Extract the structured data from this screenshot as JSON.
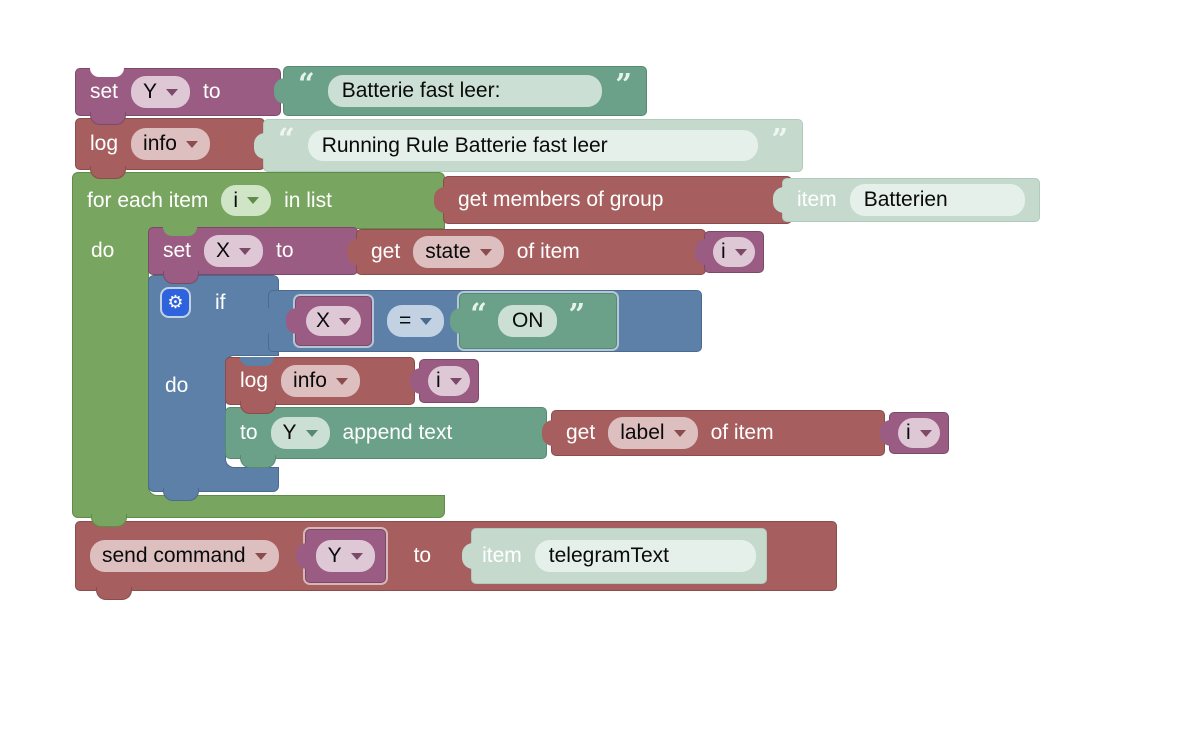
{
  "palette": {
    "purple": "#9a5c82",
    "purple-dark": "#7c4a68",
    "purple-field": "#dfc8d6",
    "red": "#a65e5e",
    "red-dark": "#8a4c4c",
    "red-field": "#ddbfbf",
    "green": "#78a55f",
    "green-dark": "#5f8c49",
    "green-field": "#d0e4c6",
    "teal": "#6ba189",
    "teal-dark": "#568a71",
    "teal-field": "#cbdfd4",
    "pale": "#c5dacd",
    "pale-dark": "#aecbbb",
    "pale-field": "#e5f0ea",
    "blue": "#5c80a7",
    "blue-dark": "#4b6b8e",
    "blue-field": "#c2d2e2",
    "gear": "#2f63dd",
    "canvas": "#ffffff"
  },
  "icons": {
    "gear": "⚙",
    "quote_open": "“",
    "quote_close": "”"
  },
  "blocks": {
    "set_y": {
      "set": "set",
      "var": "Y",
      "to": "to"
    },
    "str_batterie": {
      "text": "Batterie fast leer:"
    },
    "log_outer": {
      "log": "log",
      "level": "info"
    },
    "str_running": {
      "text": "Running Rule Batterie fast leer"
    },
    "for_each": {
      "prefix": "for each item",
      "var": "i",
      "suffix": "in list",
      "do": "do"
    },
    "get_members": {
      "label": "get members of group"
    },
    "item_batterien": {
      "item": "item",
      "name": "Batterien"
    },
    "set_x": {
      "set": "set",
      "var": "X",
      "to": "to"
    },
    "get_state": {
      "get": "get",
      "attr": "state",
      "of": "of item"
    },
    "var_i": {
      "var": "i"
    },
    "if_block": {
      "if": "if",
      "do": "do"
    },
    "compare": {
      "op": "="
    },
    "str_on": {
      "text": "ON"
    },
    "log_inner": {
      "log": "log",
      "level": "info"
    },
    "append": {
      "to": "to",
      "var": "Y",
      "suffix": "append text"
    },
    "get_label": {
      "get": "get",
      "attr": "label",
      "of": "of item"
    },
    "send": {
      "command": "send command",
      "var": "Y",
      "to": "to"
    },
    "item_telegram": {
      "item": "item",
      "name": "telegramText"
    }
  }
}
